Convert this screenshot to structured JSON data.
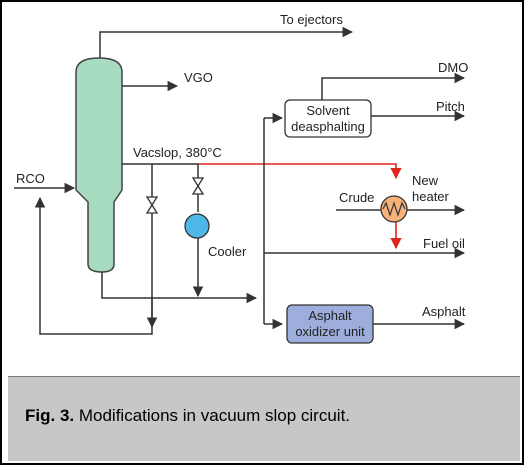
{
  "labels": {
    "to_ejectors": "To ejectors",
    "vgo": "VGO",
    "dmo": "DMO",
    "pitch": "Pitch",
    "solvent_1": "Solvent",
    "solvent_2": "deasphalting",
    "vacslop": "Vacslop, 380°C",
    "rco": "RCO",
    "new_1": "New",
    "new_2": "heater",
    "crude": "Crude",
    "fuel_oil": "Fuel oil",
    "cooler": "Cooler",
    "asphalt": "Asphalt",
    "asphalt_unit_1": "Asphalt",
    "asphalt_unit_2": "oxidizer unit"
  },
  "caption": {
    "fig": "Fig. 3.",
    "text": " Modifications in vacuum slop circuit."
  },
  "colors": {
    "column_fill": "#a8dcc0",
    "cooler_fill": "#4db8e8",
    "asphalt_box": "#9daedc",
    "heater_fill": "#f7b27a",
    "red_line": "#e0231c",
    "line": "#333333"
  }
}
